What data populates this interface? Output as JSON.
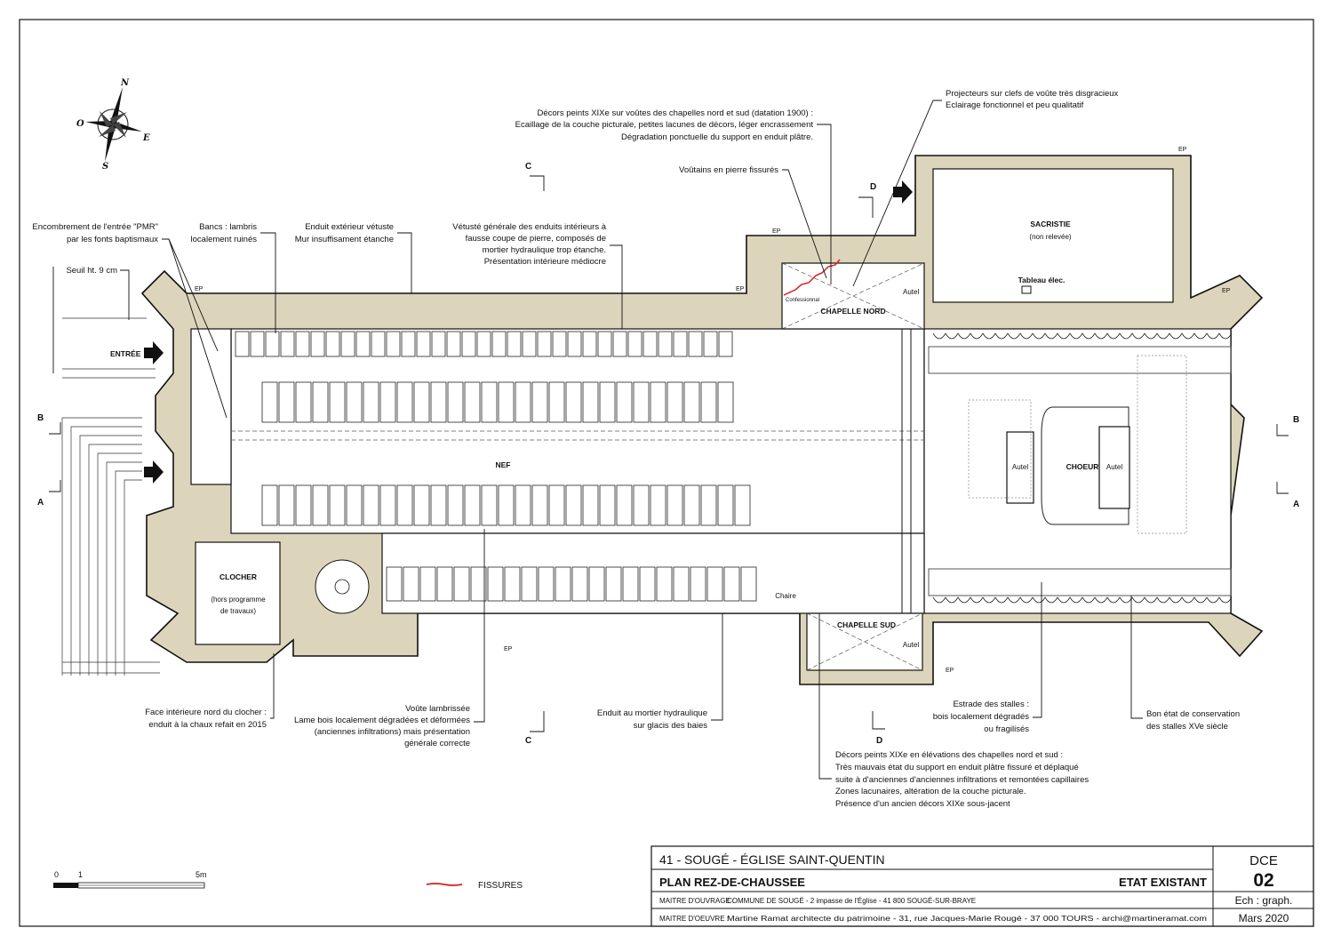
{
  "compass": {
    "n": "N",
    "o": "O",
    "e": "E",
    "s": "S"
  },
  "annotations": {
    "pmr": [
      "Encombrement de l'entrée \"PMR\"",
      "par les fonts baptismaux"
    ],
    "seuil": [
      "Seuil ht. 9 cm"
    ],
    "bancs": [
      "Bancs : lambris",
      "localement ruinés"
    ],
    "enduit_ext": [
      "Enduit extérieur vétuste",
      "Mur insuffisament étanche"
    ],
    "vetuste": [
      "Vétusté générale des enduits intérieurs à",
      "fausse coupe de pierre, composés de",
      "mortier hydraulique trop étanche.",
      "Présentation intérieure médiocre"
    ],
    "decors_voutes": [
      "Décors peints XIXe sur voûtes des chapelles nord et sud (datation 1900) :",
      "Ecaillage de la couche picturale, petites lacunes de décors, léger encrassement",
      "Dégradation ponctuelle du support en enduit plâtre."
    ],
    "voutains": [
      "Voûtains en pierre fissurés"
    ],
    "projecteurs": [
      "Projecteurs sur clefs de voûte très disgracieux",
      "Eclairage fonctionnel et peu qualitatif"
    ],
    "clocher_face": [
      "Face intérieure nord du clocher :",
      "enduit à la chaux refait en 2015"
    ],
    "voute_lambrissee": [
      "Voûte lambrissée",
      "Lame bois localement dégradées et déformées",
      "(anciennes infiltrations) mais présentation",
      "générale correcte"
    ],
    "enduit_mortier": [
      "Enduit au mortier hydraulique",
      "sur glacis des baies"
    ],
    "estrade": [
      "Estrade des stalles :",
      "bois localement dégradés",
      "ou fragilisés"
    ],
    "stalles": [
      "Bon état de conservation",
      "des stalles XVe siècle"
    ],
    "decors_elevations": [
      "Décors peints XIXe en élévations des chapelles nord et sud :",
      "Très mauvais état du support en enduit plâtre fissuré et déplaqué",
      "suite à d'anciennes d'anciennes infiltrations et remontées capillaires",
      "Zones lacunaires, altération de la couche picturale.",
      "Présence d'un ancien décors XIXe sous-jacent"
    ]
  },
  "rooms": {
    "sacristie": "SACRISTIE",
    "sacristie_note": "(non relevée)",
    "tableau": "Tableau élec.",
    "chapelle_nord": "CHAPELLE NORD",
    "confessionnal": "Confessionnal",
    "autel": "Autel",
    "entree": "ENTRÉE",
    "nef": "NEF",
    "choeur": "CHOEUR",
    "clocher": "CLOCHER",
    "clocher_note": [
      "(hors programme",
      "de travaux)"
    ],
    "chaire": "Chaire",
    "chapelle_sud": "CHAPELLE SUD",
    "ep": "EP"
  },
  "sections": {
    "a": "A",
    "b": "B",
    "c": "C",
    "d": "D"
  },
  "scale": {
    "labels": [
      "0",
      "1",
      "5m"
    ]
  },
  "legend": {
    "fissures": "FISSURES",
    "fissure_color": "#d42020"
  },
  "title_block": {
    "project": "41 - SOUGÉ - ÉGLISE SAINT-QUENTIN",
    "drawing": "PLAN REZ-DE-CHAUSSEE",
    "state": "ETAT EXISTANT",
    "phase": "DCE",
    "number": "02",
    "scale": "Ech : graph.",
    "date": "Mars 2020",
    "moa_label": "MAITRE D'OUVRAGE :",
    "moa_value": "COMMUNE DE SOUGÉ - 2 impasse de l'Église - 41 800 SOUGÉ-SUR-BRAYE",
    "moe_label": "MAITRE D'OEUVRE :",
    "moe_value": "Martine Ramat architecte du patrimoine - 31, rue Jacques-Marie Rougé - 37 000 TOURS -  archi@martineramat.com"
  },
  "colors": {
    "wall": "#ddd5bb",
    "fissure": "#d42020"
  }
}
